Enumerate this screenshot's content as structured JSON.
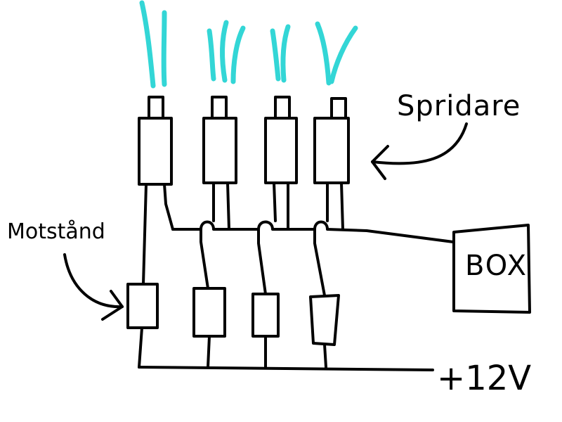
{
  "labels": {
    "spridare": "Spridare",
    "motstand": "Motstånd",
    "box": "BOX",
    "supply": "+12V"
  },
  "components": {
    "injector_count": 4,
    "resistor_count": 4
  },
  "colors": {
    "ink": "#000000",
    "spray": "#33d6d6",
    "background": "#ffffff"
  }
}
